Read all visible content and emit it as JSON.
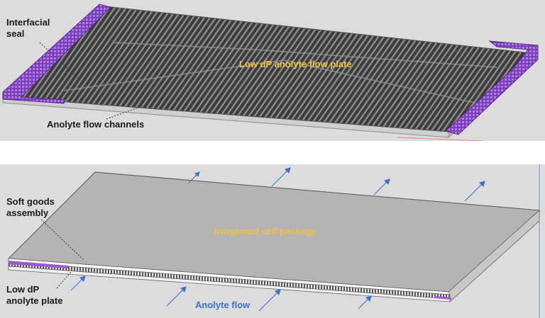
{
  "top_panel": {
    "labels": {
      "seal_line1": "Interfacial",
      "seal_line2": "seal",
      "plate": "Low dP anolyte flow plate",
      "channels": "Anolyte flow channels"
    }
  },
  "bottom_panel": {
    "labels": {
      "softgoods_line1": "Soft goods",
      "softgoods_line2": "assembly",
      "package": "Integrated cell package",
      "lowdp_line1": "Low dP",
      "lowdp_line2": "anolyte plate",
      "flow": "Anolyte flow"
    }
  },
  "colors": {
    "background": "#dcdcdc",
    "plate_grey": "#b4b4b4",
    "channel_dark": "#3c3c3c",
    "seal_purple": "#9b59d8",
    "label_gold": "#f2c142",
    "arrow_blue": "#3a72c9"
  }
}
